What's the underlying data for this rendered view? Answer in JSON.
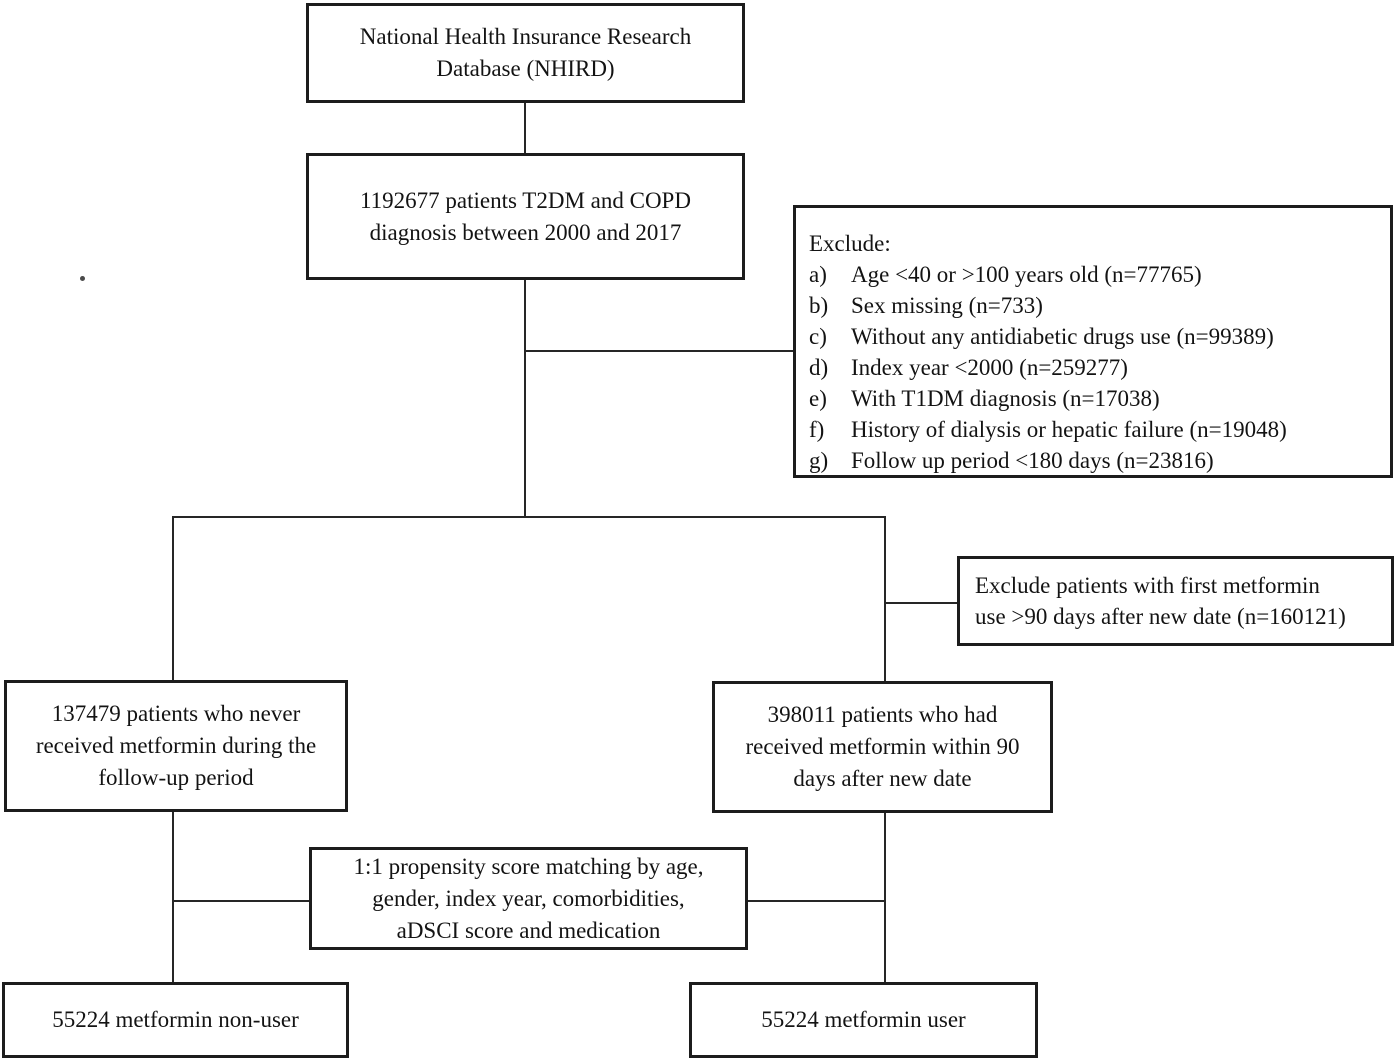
{
  "flowchart": {
    "boxes": {
      "nhird": {
        "lines": [
          "National Health Insurance Research",
          "Database (NHIRD)"
        ]
      },
      "cohort": {
        "lines": [
          "1192677 patients T2DM and COPD",
          "diagnosis between 2000 and 2017"
        ]
      },
      "exclusions": {
        "title": "Exclude:",
        "items": [
          {
            "label": "a)",
            "text": "Age <40 or >100 years old (n=77765)"
          },
          {
            "label": "b)",
            "text": "Sex missing (n=733)"
          },
          {
            "label": "c)",
            "text": "Without any antidiabetic drugs use (n=99389)"
          },
          {
            "label": "d)",
            "text": "Index year <2000 (n=259277)"
          },
          {
            "label": "e)",
            "text": "With T1DM diagnosis (n=17038)"
          },
          {
            "label": "f)",
            "text": "History of dialysis or hepatic failure (n=19048)"
          },
          {
            "label": "g)",
            "text": "Follow up period <180 days (n=23816)"
          }
        ]
      },
      "metformin_exclusion": {
        "lines": [
          "Exclude patients with first metformin",
          "use >90 days after new date (n=160121)"
        ]
      },
      "never_metformin": {
        "lines": [
          "137479 patients who never",
          "received metformin during the",
          "follow-up period"
        ]
      },
      "had_metformin": {
        "lines": [
          "398011 patients who had",
          "received metformin within 90",
          "days after new date"
        ]
      },
      "matching": {
        "lines": [
          "1:1 propensity score matching by age,",
          "gender, index year, comorbidities,",
          "aDSCI score and medication"
        ]
      },
      "non_user": {
        "text": "55224 metformin non-user"
      },
      "user": {
        "text": "55224 metformin user"
      }
    },
    "colors": {
      "background": "#ffffff",
      "border": "#1c1c1c",
      "connector": "#262626",
      "text": "#131313"
    }
  }
}
